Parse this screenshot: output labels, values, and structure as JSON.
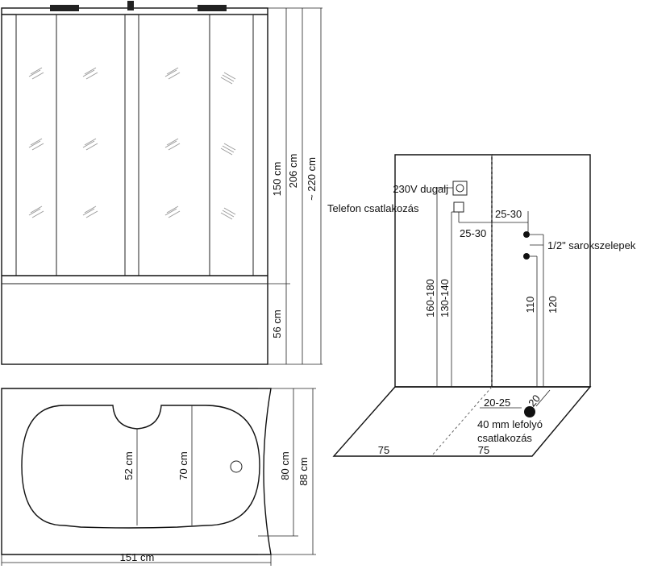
{
  "front_view": {
    "dim_glass": "150 cm",
    "dim_frame": "206 cm",
    "dim_total": "~ 220 cm",
    "dim_tub_height": "56 cm"
  },
  "top_view": {
    "dim_inner_depth": "52 cm",
    "dim_inner_length": "70 cm",
    "dim_depth_80": "80 cm",
    "dim_depth_88": "88 cm",
    "dim_width": "151 cm"
  },
  "installation_view": {
    "socket_label": "230V dugalj",
    "phone_label": "Telefon csatlakozás",
    "dim_socket_offset_upper": "25-30",
    "dim_socket_offset_lower": "25-30",
    "valves_label": "1/2\" sarokszelepek",
    "dim_socket_height": "160-180",
    "dim_phone_height": "130-140",
    "dim_valve_low": "110",
    "dim_valve_high": "120",
    "dim_drain_offset": "20-25",
    "dim_drain_wall": "20",
    "drain_label_line1": "40 mm lefolyó",
    "drain_label_line2": "csatlakozás",
    "floor_left": "75",
    "floor_right": "75"
  }
}
